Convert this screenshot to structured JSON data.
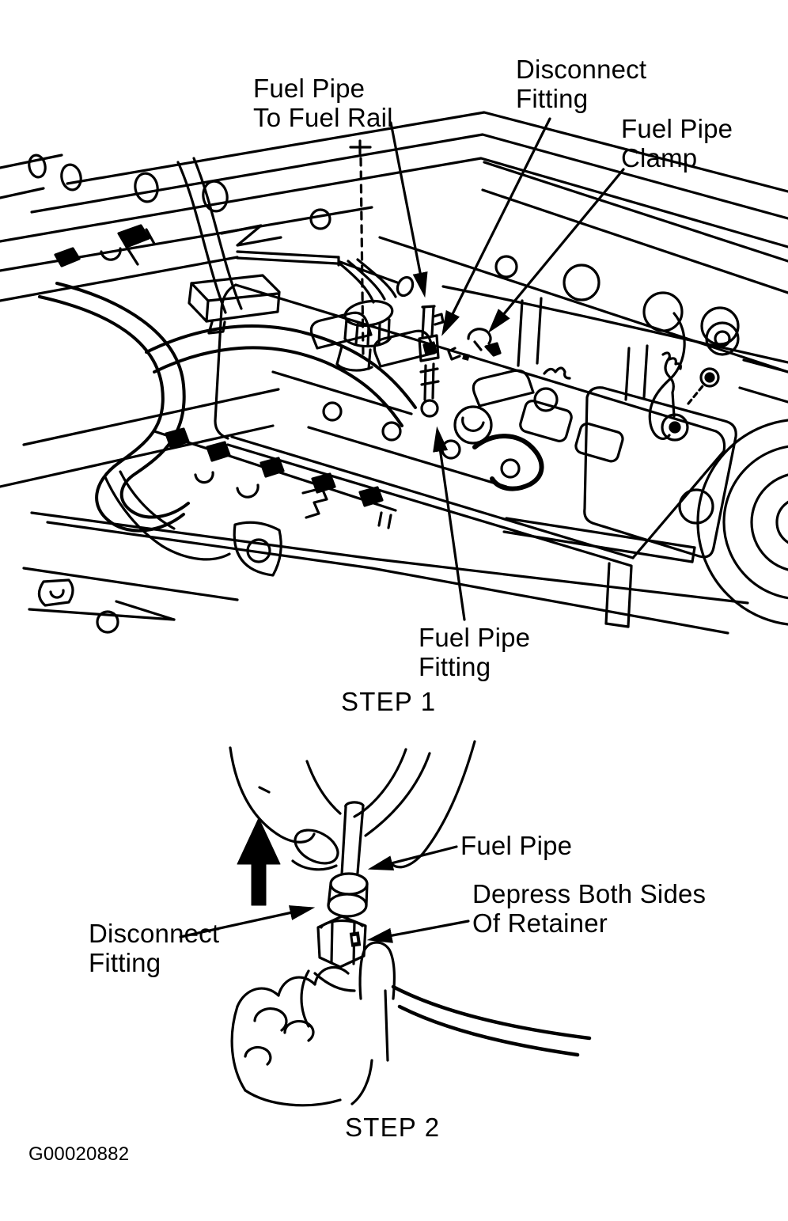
{
  "figure": {
    "id": "G00020882",
    "background_color": "#ffffff",
    "line_color": "#000000",
    "description": "Fuel pipe disconnect procedure illustration, two steps"
  },
  "step1": {
    "caption": "STEP 1",
    "labels": {
      "fuel_pipe_to_fuel_rail": "Fuel Pipe\nTo Fuel Rail",
      "disconnect_fitting": "Disconnect\nFitting",
      "fuel_pipe_clamp": "Fuel Pipe\nClamp",
      "fuel_pipe_fitting": "Fuel Pipe\nFitting"
    }
  },
  "step2": {
    "caption": "STEP 2",
    "labels": {
      "fuel_pipe": "Fuel Pipe",
      "depress_both_sides": "Depress Both Sides\nOf Retainer",
      "disconnect_fitting": "Disconnect\nFitting"
    }
  }
}
